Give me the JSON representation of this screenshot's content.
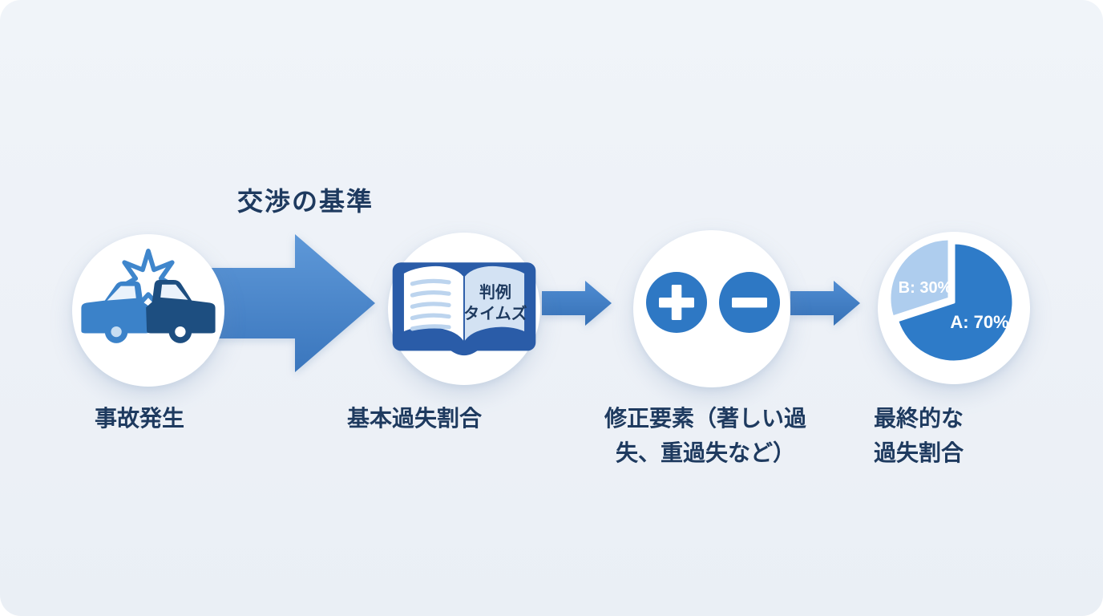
{
  "header": {
    "label": "交渉の基準"
  },
  "steps": [
    {
      "name": "accident",
      "icon": "car-crash-icon",
      "label": "事故発生"
    },
    {
      "name": "basic-fault-ratio",
      "icon": "book-icon",
      "label": "基本過失割合",
      "book_lines": [
        "判例",
        "タイムズ"
      ]
    },
    {
      "name": "modification-factors",
      "icon": "plus-minus-icon",
      "lines": [
        "修正要素（著しい過",
        "失、重過失など）"
      ]
    },
    {
      "name": "final-fault-ratio",
      "icon": "pie-chart-icon",
      "lines": [
        "最終的な",
        "過失割合"
      ]
    }
  ],
  "chart_data": {
    "type": "pie",
    "title": "最終的な過失割合",
    "labels": [
      "A",
      "B"
    ],
    "values": [
      70,
      30
    ],
    "data_labels": [
      "A: 70%",
      "B: 30%"
    ],
    "colors": [
      "#2e7bc8",
      "#aecdee"
    ],
    "exploded_slice": "B",
    "legend_position": "none"
  },
  "colors": {
    "background": "#edf1f7",
    "text": "#1e3a5f",
    "arrow_light": "#5e98d8",
    "arrow_dark": "#3a76bd",
    "accent": "#2e78c4",
    "car_light": "#3b82c9",
    "car_dark": "#1d4e80",
    "book_cover": "#2a5ca8",
    "page_tint": "#d3e2f3",
    "pie_a": "#2e7bc8",
    "pie_b": "#aecdee"
  }
}
